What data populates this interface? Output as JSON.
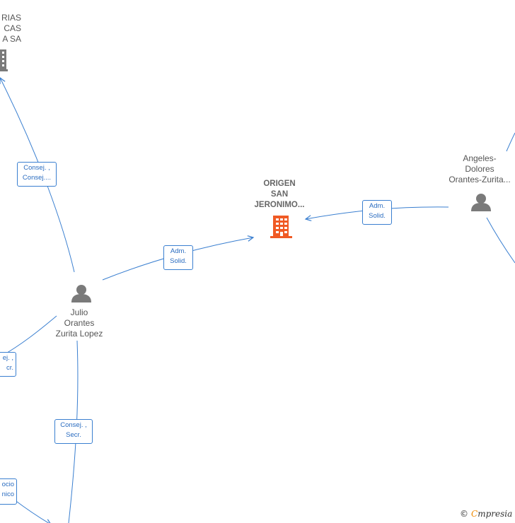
{
  "colors": {
    "edge": "#3a7fd0",
    "person_icon": "#7a7a7a",
    "company_icon_main": "#f05a24",
    "company_icon_other": "#7a7a7a"
  },
  "nodes": {
    "top_company_label": "RIAS\nCAS\nA SA",
    "center_company_label": "ORIGEN\nSAN\nJERONIMO...",
    "julio_label": "Julio\nOrantes\nZurita Lopez",
    "angeles_label": "Angeles-\nDolores\nOrantes-Zurita..."
  },
  "relations": {
    "consej_top": "Consej. ,\nConsej....",
    "adm_julio": "Adm.\nSolid.",
    "adm_angeles": "Adm.\nSolid.",
    "consej_left": "ej. ,\ncr.",
    "consej_secr": "Consej. ,\nSecr.",
    "socio_unico": "ocio\nnico"
  },
  "watermark": {
    "copyright": "©",
    "brand_first": "C",
    "brand_rest": "mpresia"
  }
}
